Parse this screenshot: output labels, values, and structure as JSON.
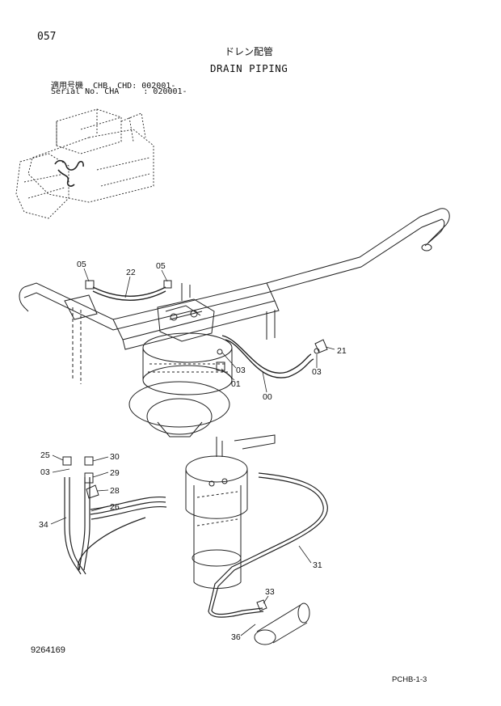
{
  "header": {
    "page_number": "057",
    "title_jp": "ドレン配管",
    "title_en": "DRAIN PIPING",
    "serial_line_1": "適用号機  CHB. CHD: 002001-",
    "serial_line_2": "Serial No. CHA     : 020001-"
  },
  "footer": {
    "document_number": "9264169",
    "page_code": "PCHB-1-3"
  },
  "callouts": [
    "05",
    "22",
    "05",
    "21",
    "03",
    "01",
    "03",
    "00",
    "25",
    "30",
    "03",
    "29",
    "28",
    "26",
    "34",
    "31",
    "33",
    "36"
  ]
}
